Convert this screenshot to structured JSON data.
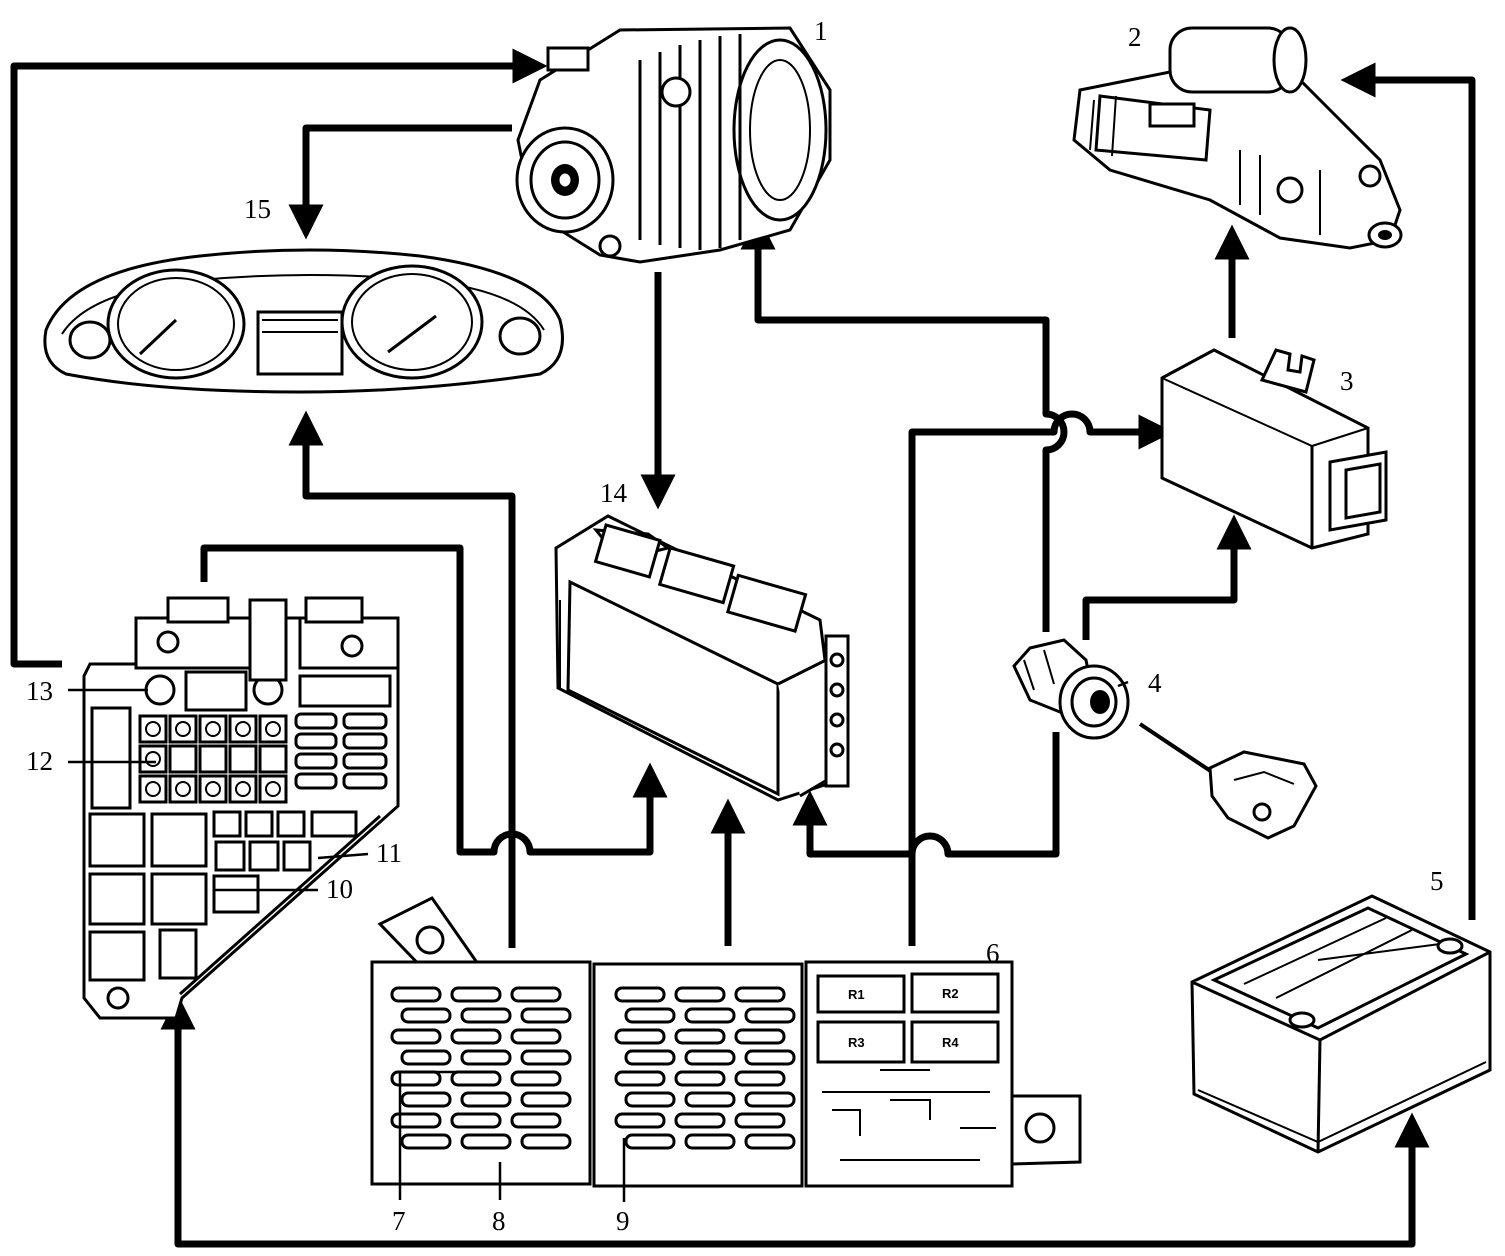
{
  "callouts": {
    "c1": "1",
    "c2": "2",
    "c3": "3",
    "c4": "4",
    "c5": "5",
    "c6": "6",
    "c7": "7",
    "c8": "8",
    "c9": "9",
    "c10": "10",
    "c11": "11",
    "c12": "12",
    "c13": "13",
    "c14": "14",
    "c15": "15"
  },
  "relay_labels": {
    "r1": "R1",
    "r2": "R2",
    "r3": "R3",
    "r4": "R4"
  },
  "components": [
    {
      "id": "1",
      "icon": "alternator-icon"
    },
    {
      "id": "2",
      "icon": "starter-motor-icon"
    },
    {
      "id": "3",
      "icon": "control-module-icon"
    },
    {
      "id": "4",
      "icon": "ignition-switch-key-icon"
    },
    {
      "id": "5",
      "icon": "battery-icon"
    },
    {
      "id": "6",
      "icon": "fuse-relay-box-icon"
    },
    {
      "id": "13",
      "icon": "passenger-fuse-box-icon"
    },
    {
      "id": "14",
      "icon": "engine-control-unit-icon"
    },
    {
      "id": "15",
      "icon": "instrument-pack-icon"
    }
  ],
  "colors": {
    "ink": "#000000",
    "paper": "#ffffff"
  }
}
